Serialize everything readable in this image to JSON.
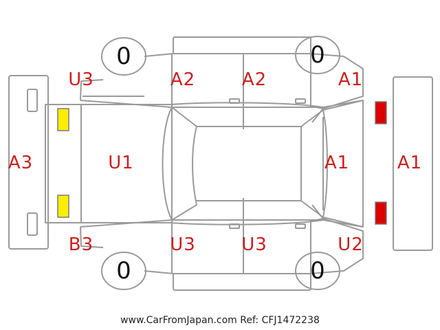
{
  "labels": {
    "rear_bumper": "A3",
    "rear_left_quarter": "U3",
    "rear_left_door": "A2",
    "front_left_door": "A2",
    "front_left_fender": "A1",
    "roof": "U1",
    "hood": "A1",
    "front_bumper": "A1",
    "rear_right_quarter": "B3",
    "rear_right_door": "U3",
    "front_right_door": "U3",
    "front_right_fender": "U2"
  },
  "tires": {
    "rear_left": "0",
    "front_left": "0",
    "rear_right": "0",
    "front_right": "0"
  },
  "footer": "www.CarFromJapan.com Ref: CFJ1472238",
  "colors": {
    "outline": "#9a9a9a",
    "label": "#cc1f1f",
    "rear_light": "#ffee00",
    "front_light": "#dd0000"
  }
}
